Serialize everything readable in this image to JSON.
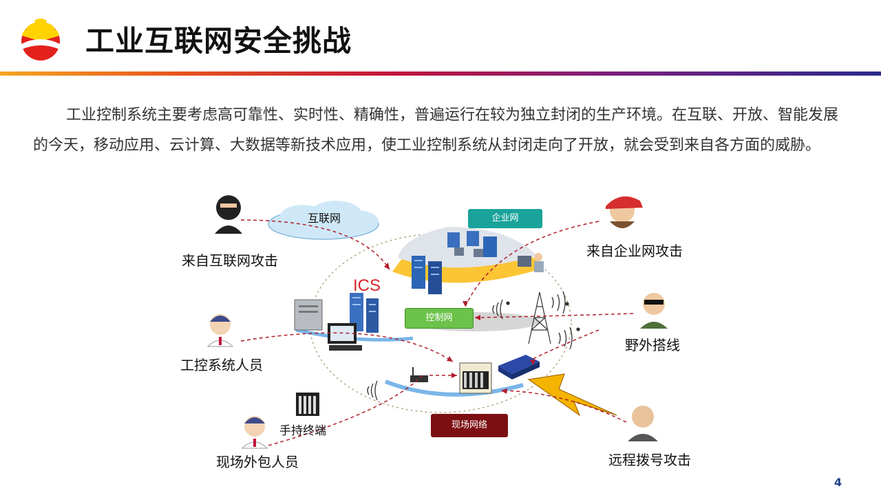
{
  "header": {
    "title": "工业互联网安全挑战"
  },
  "intro": {
    "text": "工业控制系统主要考虑高可靠性、实时性、精确性，普遍运行在较为独立封闭的生产环境。在互联、开放、智能发展的今天，移动应用、云计算、大数据等新技术应用，使工业控制系统从封闭走向了开放，就会受到来自各方面的威胁。"
  },
  "diagram": {
    "cloud_label": "互联网",
    "enterprise_net": "企业网",
    "control_net": "控制网",
    "field_net": "现场网络",
    "ics_label": "ICS",
    "handheld_label": "手持终端",
    "threats": {
      "internet": "来自互联网攻击",
      "enterprise": "来自企业网攻击",
      "wiretap": "野外搭线",
      "operators": "工控系统人员",
      "contractors": "现场外包人员",
      "dialup": "远程拨号攻击"
    },
    "colors": {
      "enterprise_tag": "#1aa39a",
      "control_tag": "#6cc24a",
      "field_tag": "#7d0f12",
      "attack_line": "#b01e2a"
    }
  },
  "footer": {
    "page_number": "4"
  }
}
